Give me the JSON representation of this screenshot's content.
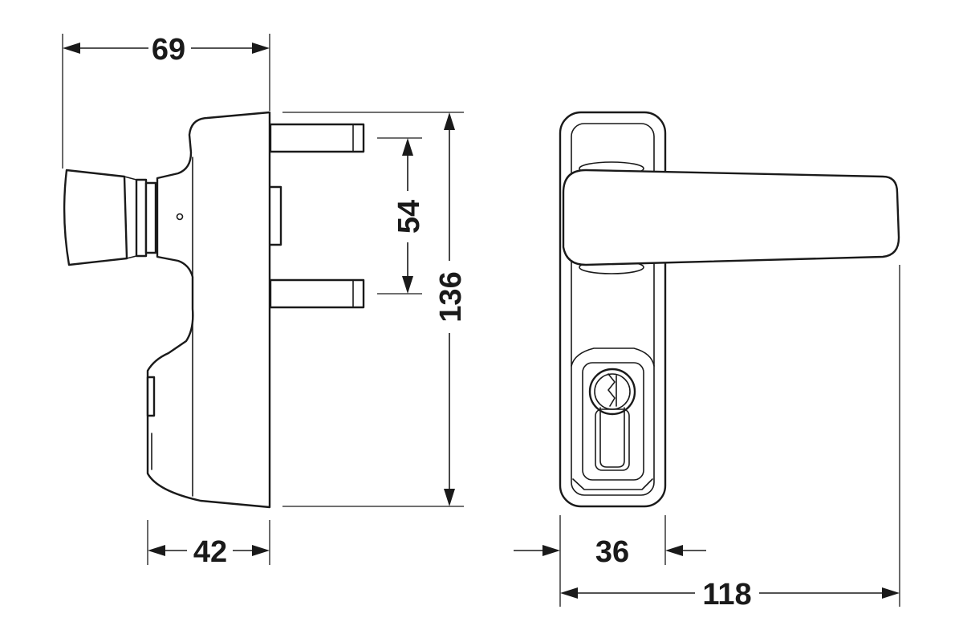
{
  "dimensions": {
    "side_depth_total": "69",
    "side_depth_plate": "42",
    "spindle_spacing": "54",
    "plate_height": "136",
    "plate_width": "36",
    "handle_projection": "118"
  },
  "colors": {
    "line": "#1a1a1a",
    "background": "#ffffff"
  }
}
